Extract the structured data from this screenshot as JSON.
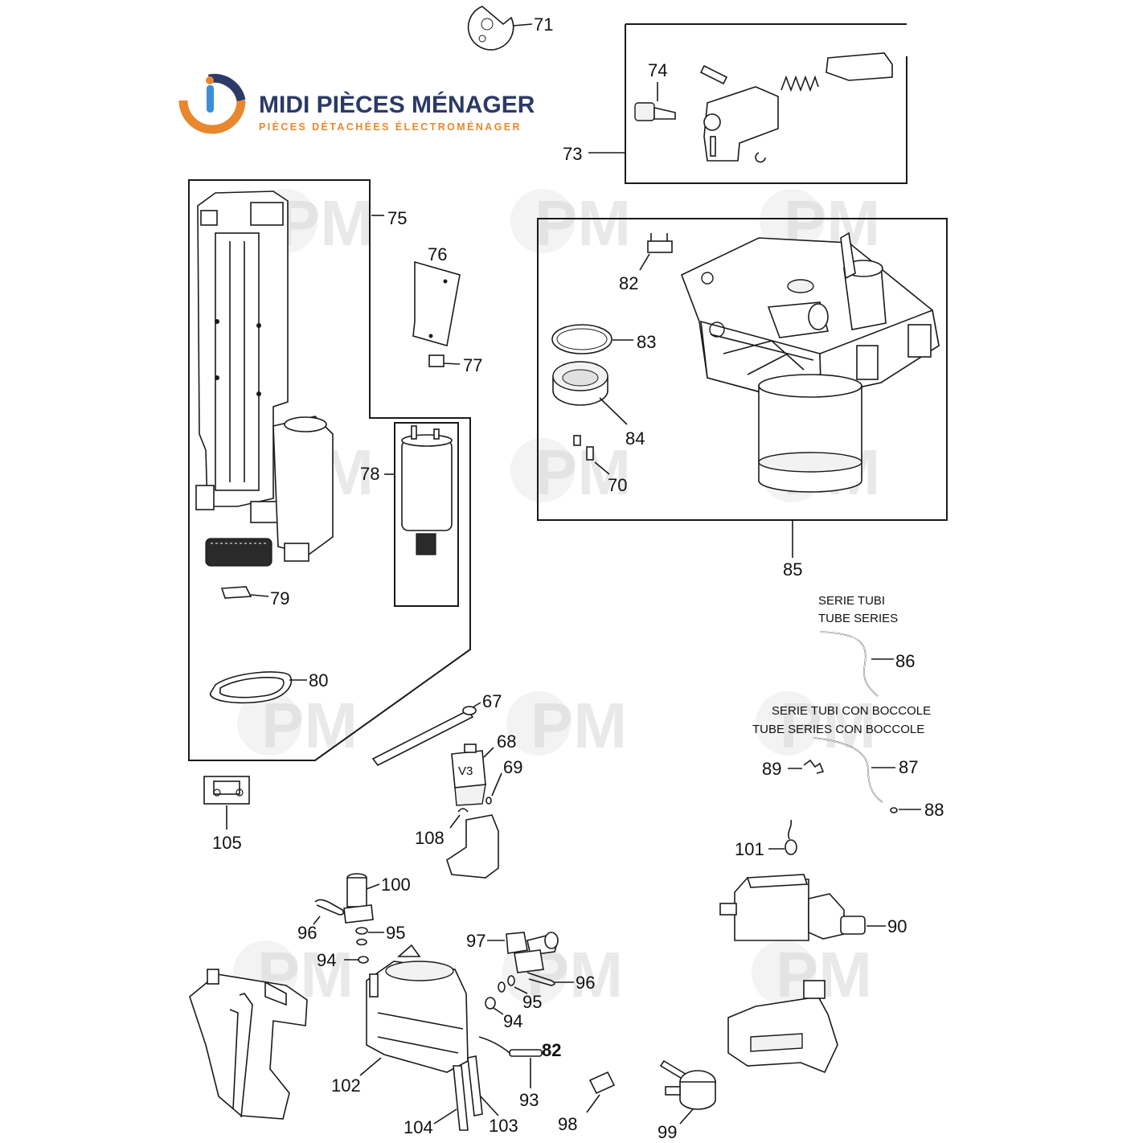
{
  "brand": {
    "name": "MIDI PIÈCES MÉNAGER",
    "tagline": "PIÈCES DÉTACHÉES ÉLECTROMÉNAGER",
    "watermark": "PM",
    "colors": {
      "navy": "#2b3a67",
      "orange": "#e8872d",
      "blue": "#3a8fd6"
    }
  },
  "notes": {
    "tube_series_it": "SERIE TUBI",
    "tube_series_en": "TUBE SERIES",
    "bushing_series_it": "SERIE TUBI CON BOCCOLE",
    "bushing_series_en": "TUBE SERIES CON BOCCOLE",
    "valve_marking": "V3"
  },
  "parts": {
    "p67": "67",
    "p68": "68",
    "p69": "69",
    "p70": "70",
    "p71": "71",
    "p73": "73",
    "p74": "74",
    "p75": "75",
    "p76": "76",
    "p77": "77",
    "p78": "78",
    "p79": "79",
    "p80": "80",
    "p82a": "82",
    "p82b": "82",
    "p83": "83",
    "p84": "84",
    "p85": "85",
    "p86": "86",
    "p87": "87",
    "p88": "88",
    "p89": "89",
    "p90": "90",
    "p93": "93",
    "p94a": "94",
    "p94b": "94",
    "p95a": "95",
    "p95b": "95",
    "p96a": "96",
    "p96b": "96",
    "p97": "97",
    "p98": "98",
    "p99": "99",
    "p100": "100",
    "p101": "101",
    "p102": "102",
    "p103": "103",
    "p104": "104",
    "p105": "105",
    "p108": "108"
  }
}
